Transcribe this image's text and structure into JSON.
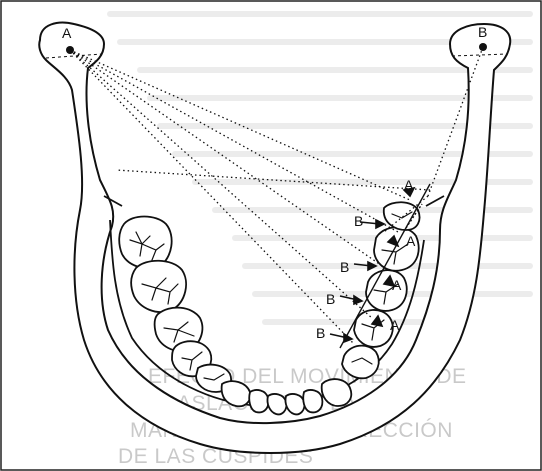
{
  "figure": {
    "labels": {
      "condyle_left": "A",
      "condyle_right": "B",
      "tooth_a": [
        "A",
        "A",
        "A",
        "A"
      ],
      "tooth_b": [
        "B",
        "B",
        "B",
        "B"
      ]
    },
    "bleed_through": {
      "caption": [
        "EFECTO DEL MOVIMIENTO DE",
        "TRASLACIÓN DE LA",
        "MANDÍBULA EN LA DIRECCIÓN",
        "DE LAS CÚSPIDES"
      ]
    },
    "colors": {
      "ink": "#111111",
      "ghost_text": "#a8a8a8",
      "paper": "#ffffff"
    }
  }
}
